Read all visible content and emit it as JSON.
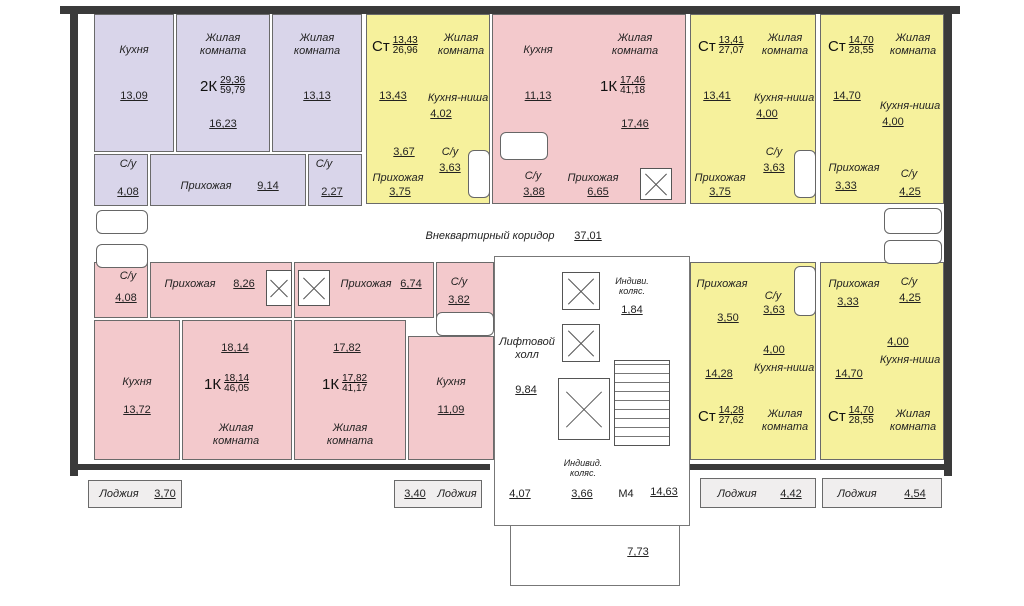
{
  "rooms": {
    "kitchen_tl": {
      "label": "Кухня",
      "area": "13,09"
    },
    "living_tl1": {
      "label": "Жилая\nкомната",
      "area": "16,23"
    },
    "living_tl2": {
      "label": "Жилая\nкомната",
      "area": "13,13"
    },
    "apt_2k": {
      "code": "2К",
      "living": "29,36",
      "total": "59,79"
    },
    "su_tl": {
      "label": "С/у",
      "area": "4,08"
    },
    "hall_tl": {
      "label": "Прихожая",
      "area": "9,14"
    },
    "su_tl2": {
      "label": "С/у",
      "area": "2,27"
    },
    "st1": {
      "code": "Ст",
      "living": "13,43",
      "total": "26,96",
      "living_label": "Жилая\nкомната",
      "living_area": "13,43",
      "niche_label": "Кухня-ниша",
      "niche_area": "4,02",
      "su_label": "С/у",
      "su_area": "3,63",
      "hall_label": "Прихожая",
      "hall_area": "3,75",
      "extra_area": "3,67"
    },
    "k1_top": {
      "code": "1К",
      "living": "17,46",
      "total": "41,18",
      "kitchen_label": "Кухня",
      "kitchen_area": "11,13",
      "living_label": "Жилая\nкомната",
      "living_area": "17,46",
      "su_label": "С/у",
      "su_area": "3,88",
      "hall_label": "Прихожая",
      "hall_area": "6,65"
    },
    "st2": {
      "code": "Ст",
      "living": "13,41",
      "total": "27,07",
      "living_label": "Жилая\nкомната",
      "living_area": "13,41",
      "niche_label": "Кухня-ниша",
      "niche_area": "4,00",
      "su_label": "С/у",
      "su_area": "3,63",
      "hall_label": "Прихожая",
      "hall_area": "3,75"
    },
    "st3": {
      "code": "Ст",
      "living": "14,70",
      "total": "28,55",
      "living_label": "Жилая\nкомната",
      "living_area": "14,70",
      "niche_label": "Кухня-ниша",
      "niche_area": "4,00",
      "su_label": "С/у",
      "su_area": "4,25",
      "hall_label": "Прихожая",
      "hall_area": "3,33"
    },
    "corridor": {
      "label": "Внеквартирный коридор",
      "area": "37,01"
    },
    "su_bl": {
      "label": "С/у",
      "area": "4,08"
    },
    "hall_bl": {
      "label": "Прихожая",
      "area": "8,26"
    },
    "hall_bm": {
      "label": "Прихожая",
      "area": "6,74"
    },
    "su_bm": {
      "label": "С/у",
      "area": "3,82"
    },
    "k1_bl": {
      "code": "1К",
      "living": "18,14",
      "total": "46,05",
      "kitchen_label": "Кухня",
      "kitchen_area": "13,72",
      "living_label": "Жилая\nкомната",
      "living_area": "18,14"
    },
    "k1_bm": {
      "code": "1К",
      "living": "17,82",
      "total": "41,17",
      "kitchen_label": "Кухня",
      "kitchen_area": "11,09",
      "living_label": "Жилая\nкомната",
      "living_area": "17,82"
    },
    "loggia_l": {
      "label": "Лоджия",
      "area": "3,70"
    },
    "loggia_m": {
      "label": "Лоджия",
      "area": "3,40"
    },
    "lift_hall": {
      "label": "Лифтовой\nхолл",
      "area": "9,84"
    },
    "stroller1": {
      "label": "Индиви.\nколяс.",
      "area": "1,84"
    },
    "stroller2": {
      "label": "Индивид.\nколяс.",
      "area": "3,66"
    },
    "m4": {
      "label": "М4",
      "area": "14,63"
    },
    "a407": {
      "area": "4,07"
    },
    "a773": {
      "area": "7,73"
    },
    "st4": {
      "code": "Ст",
      "living": "14,28",
      "total": "27,62",
      "living_label": "Жилая\nкомната",
      "living_area": "14,28",
      "niche_label": "Кухня-ниша",
      "niche_area": "4,00",
      "su_label": "С/у",
      "su_area": "3,63",
      "hall_label": "Прихожая",
      "hall_area": "3,50"
    },
    "st5": {
      "code": "Ст",
      "living": "14,70",
      "total": "28,55",
      "living_label": "Жилая\nкомната",
      "living_area": "14,70",
      "niche_label": "Кухня-ниша",
      "niche_area": "4,00",
      "su_label": "С/у",
      "su_area": "4,25",
      "hall_label": "Прихожая",
      "hall_area": "3,33"
    },
    "loggia_r1": {
      "label": "Лоджия",
      "area": "4,42"
    },
    "loggia_r2": {
      "label": "Лоджия",
      "area": "4,54"
    }
  },
  "colors": {
    "purple": "#d9d5ea",
    "yellow": "#f6f19c",
    "pink": "#f3c9cc"
  }
}
